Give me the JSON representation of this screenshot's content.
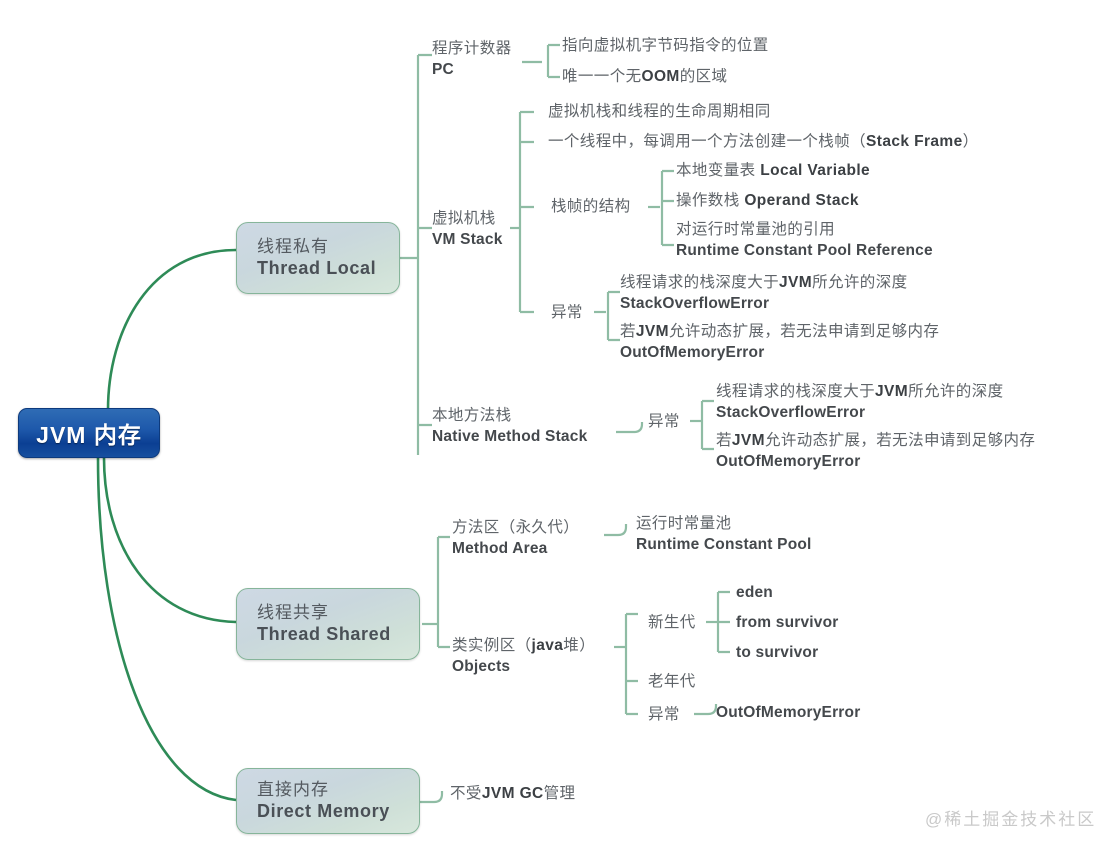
{
  "colors": {
    "root_fill": "#1e59ab",
    "root_text": "#ffffff",
    "branch_fill": "#ccdade",
    "branch_border": "#86b59a",
    "main_wire": "#2e8b57",
    "sub_wire": "#8fbca4",
    "text": "#5f6469",
    "watermark": "#c9c9c9"
  },
  "root": {
    "label": "JVM 内存"
  },
  "branches": [
    {
      "cn": "线程私有",
      "en": "Thread Local",
      "children": [
        {
          "cn": "程序计数器",
          "en": "PC",
          "children": [
            {
              "text": "指向虚拟机字节码指令的位置"
            },
            {
              "html": "唯一一个无<b>OOM</b>的区域"
            }
          ]
        },
        {
          "cn": "虚拟机栈",
          "en": "VM Stack",
          "children": [
            {
              "text": "虚拟机栈和线程的生命周期相同"
            },
            {
              "html": "一个线程中，每调用一个方法创建一个栈帧（<b>Stack Frame</b>）"
            },
            {
              "cn": "栈帧的结构",
              "children": [
                {
                  "html": "本地变量表 <b>Local Variable</b>"
                },
                {
                  "html": "操作数栈 <b>Operand Stack</b>"
                },
                {
                  "cn": "对运行时常量池的引用",
                  "en": "Runtime Constant Pool Reference"
                }
              ]
            },
            {
              "cn": "异常",
              "children": [
                {
                  "html_cn": "线程请求的栈深度大于<b>JVM</b>所允许的深度",
                  "en": "StackOverflowError"
                },
                {
                  "html_cn": "若<b>JVM</b>允许动态扩展，若无法申请到足够内存",
                  "en": "OutOfMemoryError"
                }
              ]
            }
          ]
        },
        {
          "cn": "本地方法栈",
          "en": "Native Method Stack",
          "children": [
            {
              "cn": "异常",
              "children": [
                {
                  "html_cn": "线程请求的栈深度大于<b>JVM</b>所允许的深度",
                  "en": "StackOverflowError"
                },
                {
                  "html_cn": "若<b>JVM</b>允许动态扩展，若无法申请到足够内存",
                  "en": "OutOfMemoryError"
                }
              ]
            }
          ]
        }
      ]
    },
    {
      "cn": "线程共享",
      "en": "Thread Shared",
      "children": [
        {
          "cn": "方法区（永久代）",
          "en": "Method Area",
          "children": [
            {
              "cn": "运行时常量池",
              "en": "Runtime Constant Pool"
            }
          ]
        },
        {
          "html_cn": "类实例区（<b>java</b>堆）",
          "en": "Objects",
          "children": [
            {
              "cn": "新生代",
              "children": [
                {
                  "en": "eden"
                },
                {
                  "en": "from survivor"
                },
                {
                  "en": "to survivor"
                }
              ]
            },
            {
              "cn": "老年代"
            },
            {
              "cn": "异常",
              "children": [
                {
                  "en": "OutOfMemoryError"
                }
              ]
            }
          ]
        }
      ]
    },
    {
      "cn": "直接内存",
      "en": "Direct Memory",
      "children": [
        {
          "html": "不受<b>JVM GC</b>管理"
        }
      ]
    }
  ],
  "watermark": "@稀土掘金技术社区"
}
